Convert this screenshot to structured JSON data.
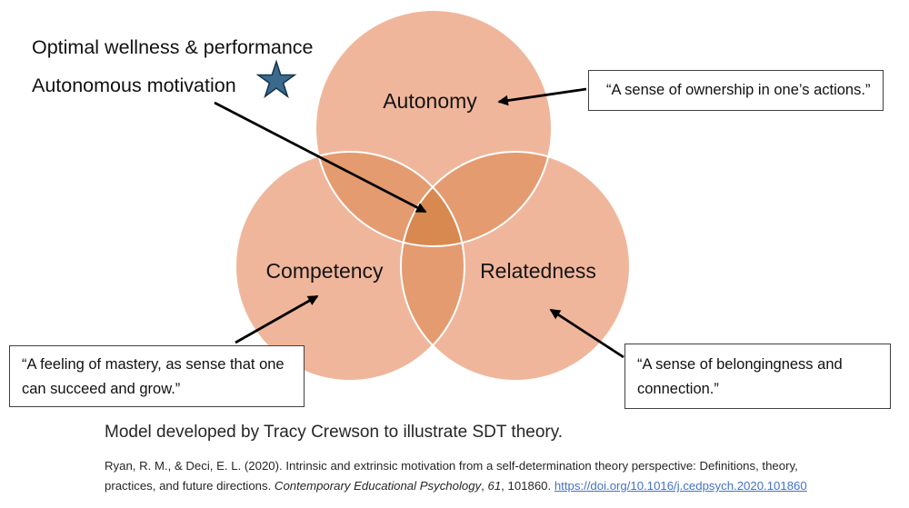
{
  "heading": {
    "line1": "Optimal wellness & performance",
    "line2": "Autonomous motivation"
  },
  "star": {
    "fill": "#3A6B8F",
    "stroke": "#17374E"
  },
  "venn": {
    "labels": {
      "top": "Autonomy",
      "left": "Competency",
      "right": "Relatedness"
    },
    "colors": {
      "single": "#F0B69B",
      "double": "#E49B70",
      "triple": "#D8894F",
      "outline": "#FFFFFF"
    }
  },
  "callouts": {
    "autonomy": {
      "lines": [
        "“A sense of ownership in one’s actions.”"
      ]
    },
    "competency": {
      "lines": [
        "“A feeling of mastery, as sense that one",
        "can succeed and grow.”"
      ]
    },
    "relatedness": {
      "lines": [
        "“A sense of belongingness and",
        "connection.”"
      ]
    }
  },
  "attribution": "Model developed by Tracy Crewson to illustrate SDT theory.",
  "citation": {
    "line1": "Ryan, R. M., & Deci, E. L. (2020). Intrinsic and extrinsic motivation from a self-determination theory perspective: Definitions, theory,",
    "line2": {
      "pre": "practices, and future directions. ",
      "journal_italic": "Contemporary Educational Psychology",
      "comma": ", ",
      "volume_italic": "61",
      "tail": ", 101860. ",
      "link_text": "https://doi.org/10.1016/j.cedpsych.2020.101860"
    },
    "link_color": "#4472C4"
  }
}
